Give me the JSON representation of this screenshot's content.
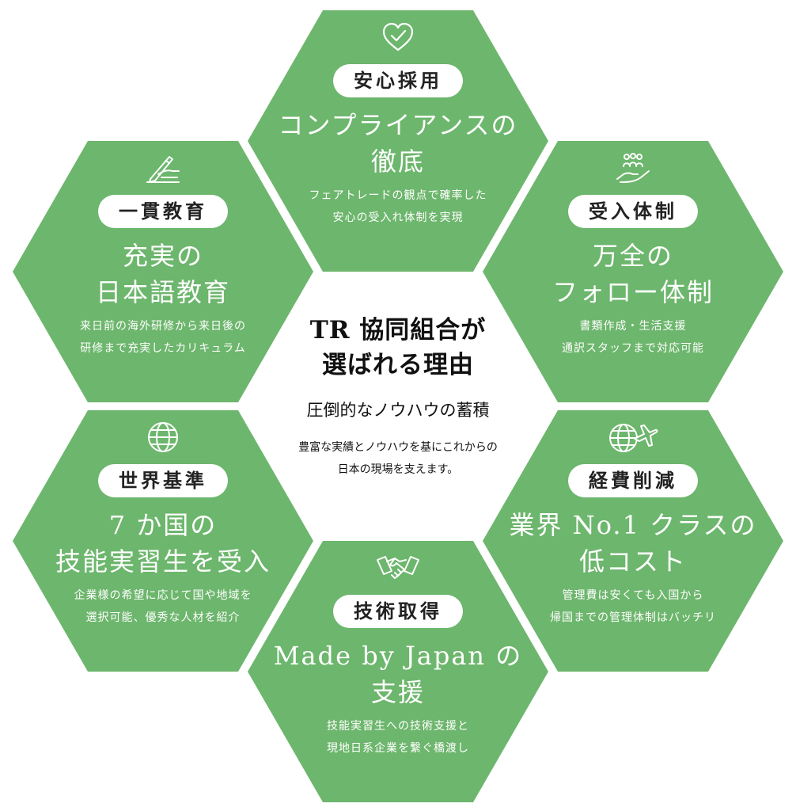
{
  "colors": {
    "hex": "#6db66d",
    "pill_bg": "#ffffff",
    "text_dark": "#111111"
  },
  "center": {
    "title_line1": "TR 協同組合が",
    "title_line2": "選ばれる理由",
    "subtitle": "圧倒的なノウハウの蓄積",
    "desc_line1": "豊富な実績とノウハウを基にこれからの",
    "desc_line2": "日本の現場を支えます。"
  },
  "hexes": [
    {
      "icon": "heart-check-icon",
      "label": "安心採用",
      "title_line1": "コンプライアンスの",
      "title_line2": "徹底",
      "desc_line1": "フェアトレードの観点で確率した",
      "desc_line2": "安心の受入れ体制を実現"
    },
    {
      "icon": "writing-hand-icon",
      "label": "一貫教育",
      "title_line1": "充実の",
      "title_line2": "日本語教育",
      "desc_line1": "来日前の海外研修から来日後の",
      "desc_line2": "研修まで充実したカリキュラム"
    },
    {
      "icon": "hand-people-icon",
      "label": "受入体制",
      "title_line1": "万全の",
      "title_line2": "フォロー体制",
      "desc_line1": "書類作成・生活支援",
      "desc_line2": "通訳スタッフまで対応可能"
    },
    {
      "icon": "globe-icon",
      "label": "世界基準",
      "title_line1": "7 か国の",
      "title_line2": "技能実習生を受入",
      "desc_line1": "企業様の希望に応じて国や地域を",
      "desc_line2": "選択可能、優秀な人材を紹介"
    },
    {
      "icon": "globe-plane-icon",
      "label": "経費削減",
      "title_line1": "業界 No.1 クラスの",
      "title_line2": "低コスト",
      "desc_line1": "管理費は安くても入国から",
      "desc_line2": "帰国までの管理体制はバッチリ"
    },
    {
      "icon": "handshake-icon",
      "label": "技術取得",
      "title_line1": "Made by Japan の",
      "title_line2": "支援",
      "desc_line1": "技能実習生への技術支援と",
      "desc_line2": "現地日系企業を繋ぐ橋渡し"
    }
  ]
}
